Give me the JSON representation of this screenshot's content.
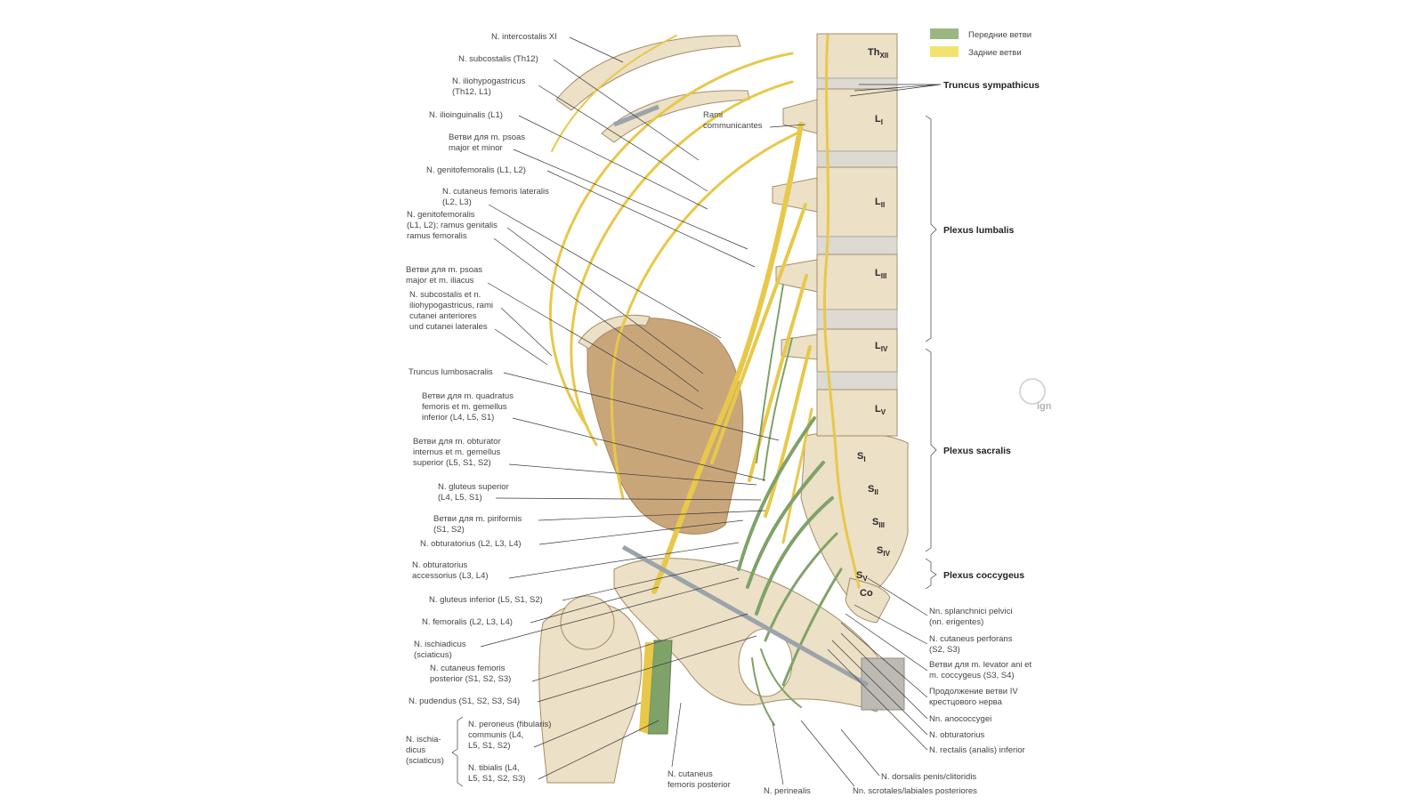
{
  "legend": {
    "anterior": {
      "label": "Передние ветви",
      "color": "#9ab77f"
    },
    "posterior": {
      "label": "Задние ветви",
      "color": "#f1e36e"
    }
  },
  "vertebrae": {
    "th12": "Th",
    "th12_sub": "XII",
    "l1": "L",
    "l1_sub": "I",
    "l2": "L",
    "l2_sub": "II",
    "l3": "L",
    "l3_sub": "III",
    "l4": "L",
    "l4_sub": "IV",
    "l5": "L",
    "l5_sub": "V",
    "s1": "S",
    "s1_sub": "I",
    "s2": "S",
    "s2_sub": "II",
    "s3": "S",
    "s3_sub": "III",
    "s4": "S",
    "s4_sub": "IV",
    "s5": "S",
    "s5_sub": "V",
    "co": "Co"
  },
  "right_labels": {
    "truncus_sympathicus": "Truncus sympathicus",
    "plexus_lumbalis": "Plexus lumbalis",
    "plexus_sacralis": "Plexus sacralis",
    "plexus_coccygeus": "Plexus coccygeus",
    "rami_communicantes": [
      "Rami",
      "communicantes"
    ],
    "nn_splanchnici": [
      "Nn. splanchnici pelvici",
      "(nn. erigentes)"
    ],
    "n_cut_perforans": [
      "N. cutaneus perforans",
      "(S2, S3)"
    ],
    "vetvi_levator": [
      "Ветви для m. levator ani et",
      "m. coccygeus (S3, S4)"
    ],
    "prodolzhenie": [
      "Продолжение ветви IV",
      "крестцового нерва"
    ],
    "nn_anococcygei": "Nn. anococcygei",
    "n_obturatorius_r": "N. obturatorius",
    "n_rectalis": "N. rectalis (analis) inferior",
    "n_dorsalis": "N. dorsalis penis/clitoridis",
    "nn_scrotales": "Nn. scrotales/labiales posteriores",
    "n_perinealis": "N. perinealis",
    "n_cut_fem_post_bottom": [
      "N. cutaneus",
      "femoris posterior"
    ]
  },
  "left_labels": {
    "n_intercostalis": "N. intercostalis XI",
    "n_subcostalis": "N. subcostalis (Th12)",
    "n_iliohypogastricus": [
      "N. iliohypogastricus",
      "(Th12, L1)"
    ],
    "n_ilioinguinalis": "N. ilioinguinalis (L1)",
    "vetvi_psoas": [
      "Ветви для m. psoas",
      "major et minor"
    ],
    "n_genitofemoralis": "N. genitofemoralis (L1, L2)",
    "n_cut_fem_lat": [
      "N. cutaneus femoris lateralis",
      "(L2, L3)"
    ],
    "n_genitofem_branch": [
      "N. genitofemoralis",
      "(L1, L2); ramus genitalis",
      "ramus femoralis"
    ],
    "vetvi_psoas_iliacus": [
      "Ветви для m. psoas",
      "major et m. iliacus"
    ],
    "n_subcostalis_branch": [
      "N. subcostalis et n.",
      "iliohypogastricus, rami",
      "cutanei anteriores",
      "und cutanei laterales"
    ],
    "truncus_lumbosacralis": "Truncus lumbosacralis",
    "vetvi_quadratus": [
      "Ветви для m. quadratus",
      "femoris et m. gemellus",
      "inferior (L4, L5, S1)"
    ],
    "vetvi_obturator_int": [
      "Ветви для m. obturator",
      "internus et m. gemellus",
      "superior (L5, S1, S2)"
    ],
    "n_gluteus_sup": [
      "N. gluteus superior",
      "(L4, L5, S1)"
    ],
    "vetvi_piriformis": [
      "Ветви для m. piriformis",
      "(S1, S2)"
    ],
    "n_obturatorius": "N. obturatorius (L2, L3, L4)",
    "n_obt_access": [
      "N. obturatorius",
      "accessorius (L3, L4)"
    ],
    "n_gluteus_inf": "N. gluteus inferior (L5, S1, S2)",
    "n_femoralis": "N. femoralis (L2, L3, L4)",
    "n_ischiadicus": [
      "N. ischiadicus",
      "(sciaticus)"
    ],
    "n_cut_fem_post": [
      "N. cutaneus femoris",
      "posterior (S1, S2, S3)"
    ],
    "n_pudendus": "N. pudendus (S1, S2, S3, S4)",
    "n_ischiadicus_brace": [
      "N. ischia-",
      "dicus",
      "(sciaticus)"
    ],
    "n_peroneus": [
      "N. peroneus (fibularis)",
      "communis (L4,",
      "L5, S1, S2)"
    ],
    "n_tibialis": [
      "N. tibialis (L4,",
      "L5, S1, S2, S3)"
    ]
  },
  "watermark": "ign"
}
